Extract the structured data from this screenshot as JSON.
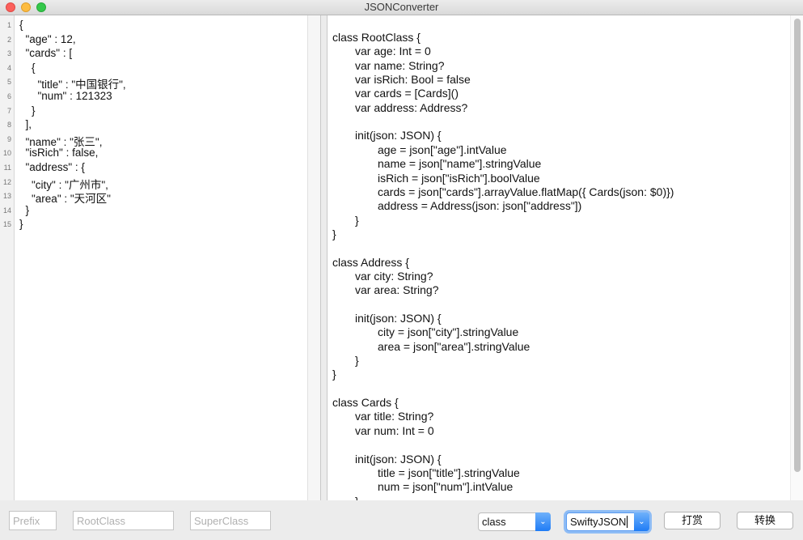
{
  "window": {
    "title": "JSONConverter"
  },
  "json_editor": {
    "line_numbers": [
      "1",
      "2",
      "3",
      "4",
      "5",
      "6",
      "7",
      "8",
      "9",
      "10",
      "11",
      "12",
      "13",
      "14",
      "15"
    ],
    "lines": [
      "{",
      "  \"age\" : 12,",
      "  \"cards\" : [",
      "    {",
      "      \"title\" : \"中国银行\",",
      "      \"num\" : 121323",
      "    }",
      "  ],",
      "  \"name\" : \"张三\",",
      "  \"isRich\" : false,",
      "  \"address\" : {",
      "    \"city\" : \"广州市\",",
      "    \"area\" : \"天河区\"",
      "  }",
      "}"
    ]
  },
  "output": {
    "lines": [
      {
        "indent": 0,
        "text": "class RootClass {"
      },
      {
        "indent": 1,
        "text": "var age: Int = 0"
      },
      {
        "indent": 1,
        "text": "var name: String?"
      },
      {
        "indent": 1,
        "text": "var isRich: Bool = false"
      },
      {
        "indent": 1,
        "text": "var cards = [Cards]()"
      },
      {
        "indent": 1,
        "text": "var address: Address?"
      },
      {
        "indent": 0,
        "text": ""
      },
      {
        "indent": 1,
        "text": "init(json: JSON) {"
      },
      {
        "indent": 2,
        "text": "age = json[\"age\"].intValue"
      },
      {
        "indent": 2,
        "text": "name = json[\"name\"].stringValue"
      },
      {
        "indent": 2,
        "text": "isRich = json[\"isRich\"].boolValue"
      },
      {
        "indent": 2,
        "text": "cards = json[\"cards\"].arrayValue.flatMap({ Cards(json: $0)})"
      },
      {
        "indent": 2,
        "text": "address = Address(json: json[\"address\"])"
      },
      {
        "indent": 1,
        "text": "}"
      },
      {
        "indent": 0,
        "text": "}"
      },
      {
        "indent": 0,
        "text": ""
      },
      {
        "indent": 0,
        "text": "class Address {"
      },
      {
        "indent": 1,
        "text": "var city: String?"
      },
      {
        "indent": 1,
        "text": "var area: String?"
      },
      {
        "indent": 0,
        "text": ""
      },
      {
        "indent": 1,
        "text": "init(json: JSON) {"
      },
      {
        "indent": 2,
        "text": "city = json[\"city\"].stringValue"
      },
      {
        "indent": 2,
        "text": "area = json[\"area\"].stringValue"
      },
      {
        "indent": 1,
        "text": "}"
      },
      {
        "indent": 0,
        "text": "}"
      },
      {
        "indent": 0,
        "text": ""
      },
      {
        "indent": 0,
        "text": "class Cards {"
      },
      {
        "indent": 1,
        "text": "var title: String?"
      },
      {
        "indent": 1,
        "text": "var num: Int = 0"
      },
      {
        "indent": 0,
        "text": ""
      },
      {
        "indent": 1,
        "text": "init(json: JSON) {"
      },
      {
        "indent": 2,
        "text": "title = json[\"title\"].stringValue"
      },
      {
        "indent": 2,
        "text": "num = json[\"num\"].intValue"
      },
      {
        "indent": 1,
        "text": "}"
      }
    ]
  },
  "toolbar": {
    "prefix_placeholder": "Prefix",
    "rootclass_placeholder": "RootClass",
    "superclass_placeholder": "SuperClass",
    "type_select": "class",
    "framework_select": "SwiftyJSON",
    "reward_button": "打赏",
    "convert_button": "转换"
  },
  "icons": {
    "popup_arrow": "chevron-down-icon"
  },
  "colors": {
    "accent": "#1f7cf6",
    "focus_ring": "#8ebcf5"
  }
}
